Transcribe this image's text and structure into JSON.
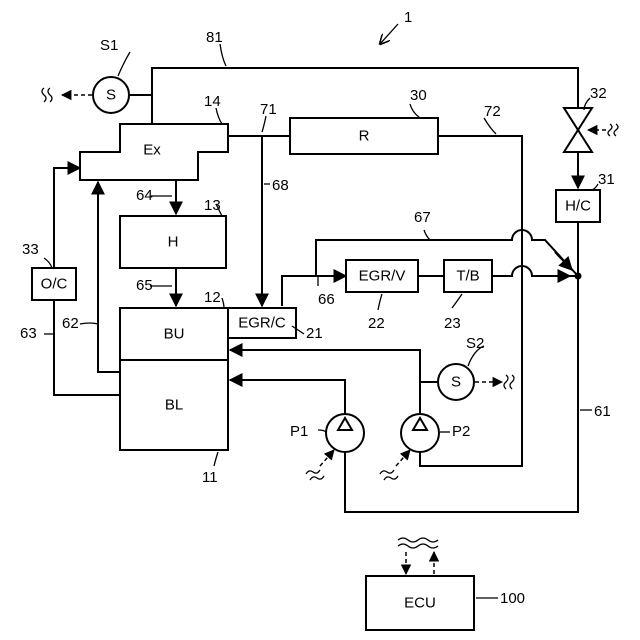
{
  "system_number": "1",
  "components": {
    "ex": "Ex",
    "r": "R",
    "h": "H",
    "bu": "BU",
    "bl": "BL",
    "egrc": "EGR/C",
    "egrv": "EGR/V",
    "tb": "T/B",
    "hc": "H/C",
    "oc": "O/C",
    "ecu": "ECU",
    "s1": "S",
    "s2": "S"
  },
  "refs": {
    "r1": "1",
    "r11": "11",
    "r12": "12",
    "r13": "13",
    "r14": "14",
    "r21": "21",
    "r22": "22",
    "r23": "23",
    "r30": "30",
    "r31": "31",
    "r32": "32",
    "r33": "33",
    "r61": "61",
    "r62": "62",
    "r63": "63",
    "r64": "64",
    "r65": "65",
    "r66": "66",
    "r67": "67",
    "r68": "68",
    "r71": "71",
    "r72": "72",
    "r81": "81",
    "r100": "100",
    "s1": "S1",
    "s2": "S2",
    "p1": "P1",
    "p2": "P2"
  }
}
